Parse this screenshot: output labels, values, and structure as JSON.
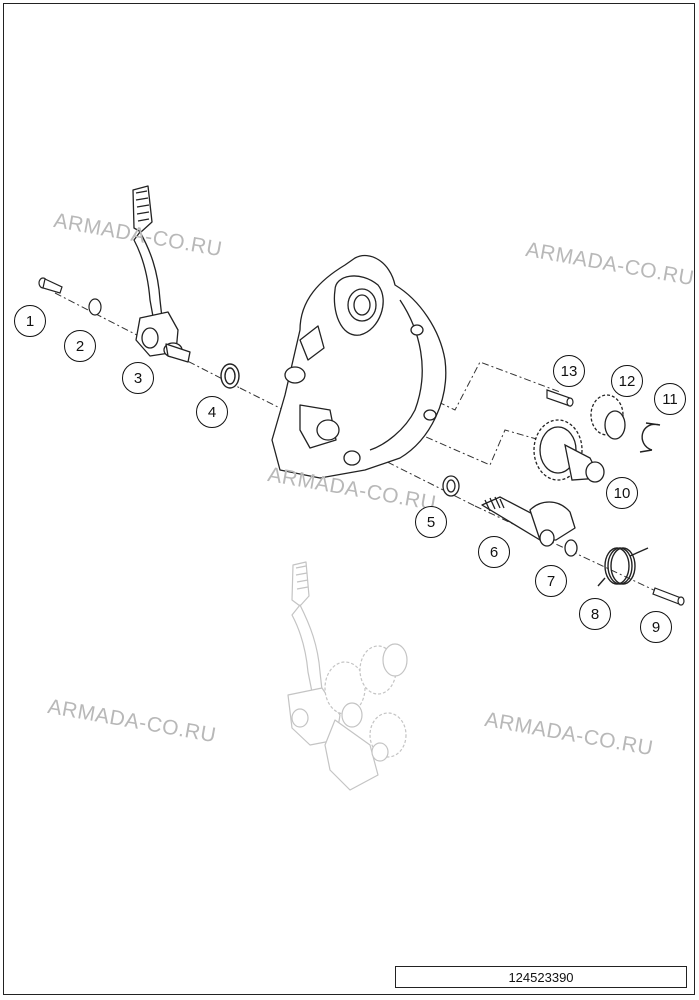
{
  "diagram": {
    "watermark_text": "ARMADA-CO.RU",
    "drawing_number": "124523390",
    "callouts": [
      "1",
      "2",
      "3",
      "4",
      "5",
      "6",
      "7",
      "8",
      "9",
      "10",
      "11",
      "12",
      "13"
    ],
    "line_color": "#222222",
    "ghost_color": "#c4c4c4"
  }
}
